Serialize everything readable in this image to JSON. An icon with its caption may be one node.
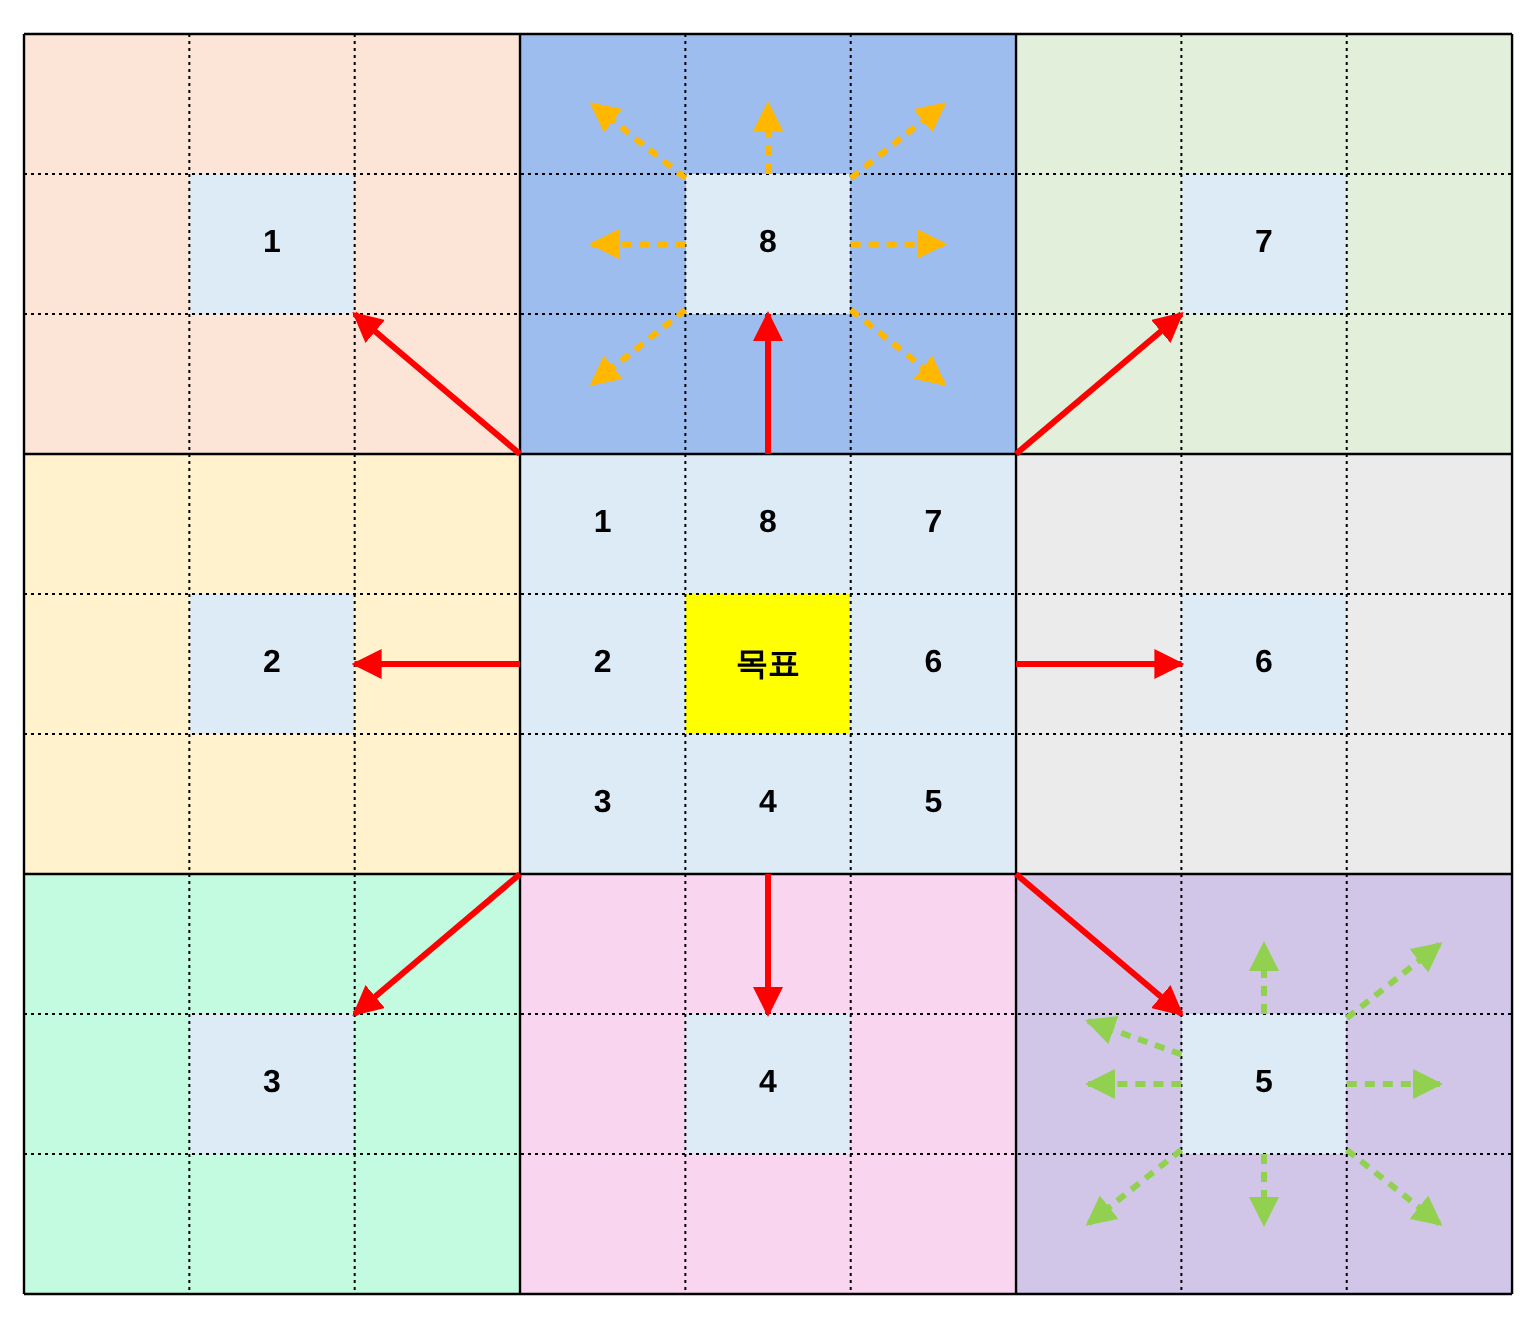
{
  "diagram": {
    "nodes": [
      {
        "text": [],
        "shape": "box"
      },
      {
        "text": [
          "1"
        ],
        "in": 0
      },
      {
        "text": [],
        "shape": "box"
      },
      {
        "text": [
          "8"
        ],
        "in": 2
      },
      {
        "text": [],
        "shape": "box"
      },
      {
        "text": [
          "7"
        ],
        "in": 4
      },
      {
        "text": [],
        "shape": "box"
      },
      {
        "text": [
          "2"
        ],
        "in": 6
      },
      {
        "text": [],
        "shape": "box"
      },
      {
        "text": [
          "1"
        ],
        "in": 8
      },
      {
        "text": [
          "8"
        ],
        "in": 8
      },
      {
        "text": [
          "7"
        ],
        "in": 8
      },
      {
        "text": [
          "2"
        ],
        "in": 8
      },
      {
        "text": [
          "목표"
        ],
        "in": 8
      },
      {
        "text": [
          "6"
        ],
        "in": 8
      },
      {
        "text": [
          "3"
        ],
        "in": 8
      },
      {
        "text": [
          "4"
        ],
        "in": 8
      },
      {
        "text": [
          "5"
        ],
        "in": 8
      },
      {
        "text": [],
        "shape": "box"
      },
      {
        "text": [
          "6"
        ],
        "in": 18
      },
      {
        "text": [],
        "shape": "box"
      },
      {
        "text": [
          "3"
        ],
        "in": 20
      },
      {
        "text": [],
        "shape": "box"
      },
      {
        "text": [
          "4"
        ],
        "in": 22
      },
      {
        "text": [],
        "shape": "box"
      },
      {
        "text": [
          "5"
        ],
        "in": 24
      }
    ],
    "edges": [
      {
        "from": 9,
        "to": 1,
        "arrow": "to",
        "color": "#ff0000"
      },
      {
        "from": 10,
        "to": 3,
        "arrow": "to",
        "color": "#ff0000"
      },
      {
        "from": 11,
        "to": 5,
        "arrow": "to",
        "color": "#ff0000"
      },
      {
        "from": 12,
        "to": 7,
        "arrow": "to",
        "color": "#ff0000"
      },
      {
        "from": 14,
        "to": 19,
        "arrow": "to",
        "color": "#ff0000"
      },
      {
        "from": 15,
        "to": 21,
        "arrow": "to",
        "color": "#ff0000"
      },
      {
        "from": 16,
        "to": 23,
        "arrow": "to",
        "color": "#ff0000"
      },
      {
        "from": 17,
        "to": 25,
        "arrow": "to",
        "color": "#ff0000"
      },
      {
        "from": 3,
        "to": null,
        "arrow": "to",
        "style": "dashed",
        "color": "#ffb700"
      },
      {
        "from": 3,
        "to": null,
        "arrow": "to",
        "style": "dashed",
        "color": "#ffb700"
      },
      {
        "from": 3,
        "to": null,
        "arrow": "to",
        "style": "dashed",
        "color": "#ffb700"
      },
      {
        "from": 3,
        "to": null,
        "arrow": "to",
        "style": "dashed",
        "color": "#ffb700"
      },
      {
        "from": 3,
        "to": null,
        "arrow": "to",
        "style": "dashed",
        "color": "#ffb700"
      },
      {
        "from": 3,
        "to": null,
        "arrow": "to",
        "style": "dashed",
        "color": "#ffb700"
      },
      {
        "from": 3,
        "to": null,
        "arrow": "to",
        "style": "dashed",
        "color": "#ffb700"
      },
      {
        "from": 25,
        "to": null,
        "arrow": "to",
        "style": "dashed",
        "color": "#92d050"
      },
      {
        "from": 25,
        "to": null,
        "arrow": "to",
        "style": "dashed",
        "color": "#92d050"
      },
      {
        "from": 25,
        "to": null,
        "arrow": "to",
        "style": "dashed",
        "color": "#92d050"
      },
      {
        "from": 25,
        "to": null,
        "arrow": "to",
        "style": "dashed",
        "color": "#92d050"
      },
      {
        "from": 25,
        "to": null,
        "arrow": "to",
        "style": "dashed",
        "color": "#92d050"
      },
      {
        "from": 25,
        "to": null,
        "arrow": "to",
        "style": "dashed",
        "color": "#92d050"
      },
      {
        "from": 25,
        "to": null,
        "arrow": "to",
        "style": "dashed",
        "color": "#92d050"
      },
      {
        "from": 25,
        "to": null,
        "arrow": "to",
        "style": "dashed",
        "color": "#92d050"
      }
    ]
  }
}
